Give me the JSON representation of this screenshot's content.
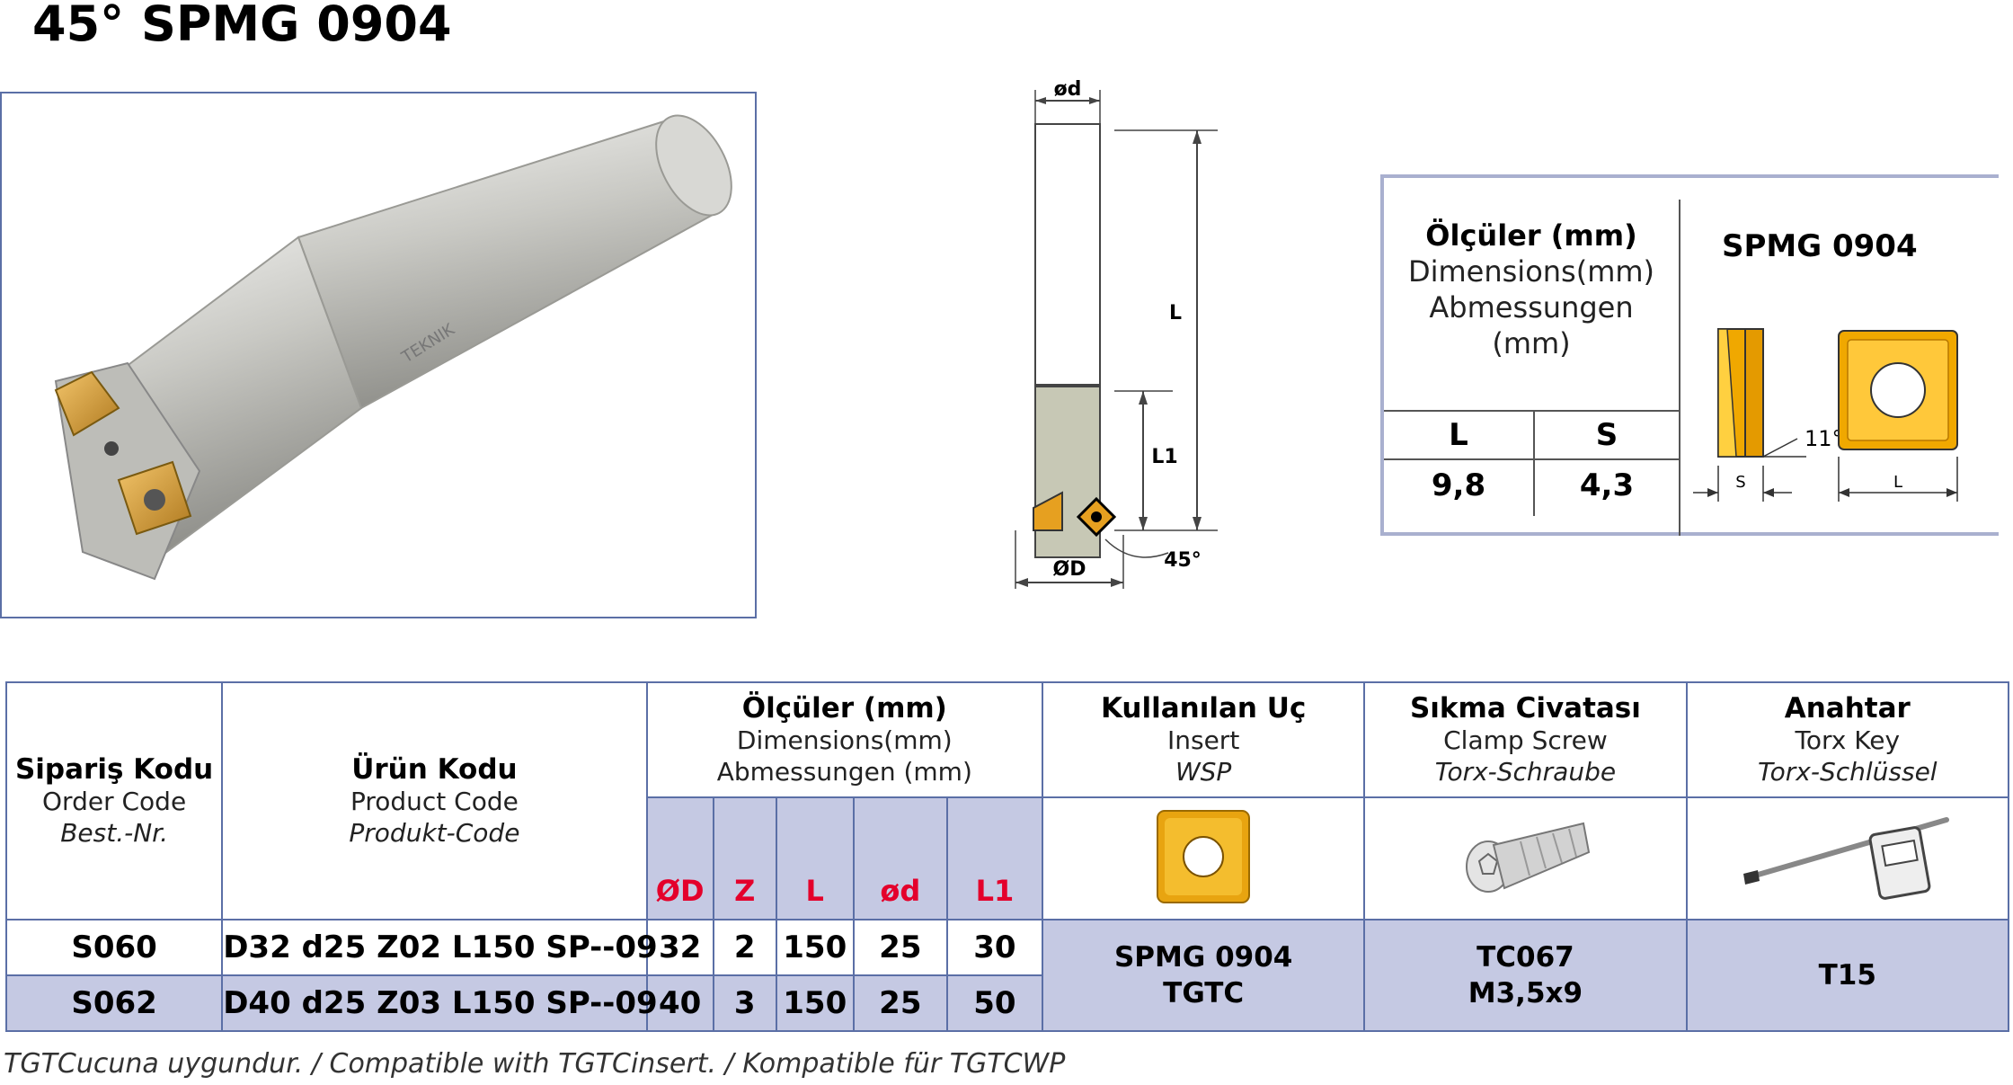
{
  "title": "45° SPMG 0904",
  "drawing": {
    "label_od": "ød",
    "label_L": "L",
    "label_L1": "L1",
    "label_OD": "ØD",
    "label_angle": "45°"
  },
  "dim_box": {
    "title": "Ölçüler (mm)",
    "line_en": "Dimensions(mm)",
    "line_de": "Abmessungen",
    "line_unit": "(mm)",
    "insert_name": "SPMG 0904",
    "col_L": "L",
    "col_S": "S",
    "val_L": "9,8",
    "val_S": "4,3",
    "angle_label": "11°",
    "s_label": "S",
    "l_label": "L"
  },
  "table": {
    "order": {
      "tr": "Sipariş Kodu",
      "en": "Order Code",
      "de": "Best.-Nr."
    },
    "product": {
      "tr": "Ürün Kodu",
      "en": "Product Code",
      "de": "Produkt-Code"
    },
    "dims": {
      "tr": "Ölçüler (mm)",
      "en": "Dimensions(mm)",
      "de": "Abmessungen (mm)"
    },
    "insert": {
      "tr": "Kullanılan Uç",
      "en": "Insert",
      "de": "WSP"
    },
    "screw": {
      "tr": "Sıkma Civatası",
      "en": "Clamp Screw",
      "de": "Torx-Schraube"
    },
    "key": {
      "tr": "Anahtar",
      "en": "Torx Key",
      "de": "Torx-Schlüssel"
    },
    "dim_cols": [
      "ØD",
      "Z",
      "L",
      "ød",
      "L1"
    ],
    "rows": [
      {
        "order": "S060",
        "product": "D32 d25 Z02 L150 SP--09",
        "OD": "32",
        "Z": "2",
        "L": "150",
        "od": "25",
        "L1": "30"
      },
      {
        "order": "S062",
        "product": "D40 d25 Z03 L150 SP--09",
        "OD": "40",
        "Z": "3",
        "L": "150",
        "od": "25",
        "L1": "50"
      }
    ],
    "insert_val_1": "SPMG 0904",
    "insert_val_2": "TGTC",
    "screw_val_1": "TC067",
    "screw_val_2": "M3,5x9",
    "key_val": "T15"
  },
  "footnote": "TGTCucuna uygundur. / Compatible with TGTCinsert. / Kompatible für TGTCWP"
}
